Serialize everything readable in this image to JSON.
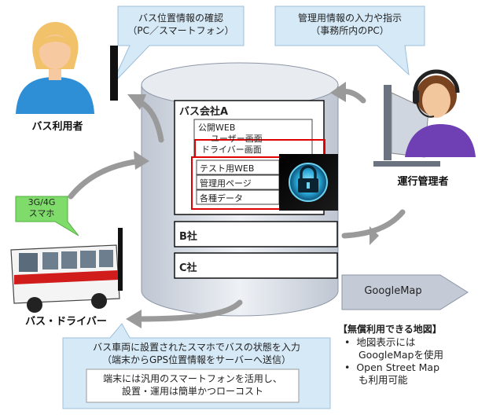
{
  "bubbles": {
    "user_top": {
      "line1": "バス位置情報の確認",
      "line2": "（PC／スマートフォン）"
    },
    "admin_top": {
      "line1": "管理用情報の入力や指示",
      "line2": "（事務所内のPC）"
    },
    "smartphone": {
      "line1": "3G/4G",
      "line2": "スマホ"
    },
    "bottom": {
      "line1": "バス車両に設置されたスマホでバスの状態を入力",
      "line2": "（端末からGPS位置情報をサーバーへ送信）"
    },
    "bottom_inner": {
      "line1": "端末には汎用のスマートフォンを活用し、",
      "line2": "設置・運用は簡単かつローコスト"
    }
  },
  "actors": {
    "user": "バス利用者",
    "admin": "運行管理者",
    "driver": "バス・ドライバー"
  },
  "server": {
    "company_a": "バス会社A",
    "public_web": "公開WEB",
    "user_screen": "ユーザー画面",
    "driver_screen": "ドライバー画面",
    "test_web": "テスト用WEB",
    "admin_page": "管理用ページ",
    "data": "各種データ",
    "company_b": "B社",
    "company_c": "C社"
  },
  "googlemap": {
    "label": "GoogleMap",
    "title": "【無償利用できる地図】",
    "items": [
      "地図表示には",
      "GoogleMapを使用",
      "Open Street Map",
      "も利用可能"
    ]
  },
  "colors": {
    "bubble_fill": "#d6e9f7",
    "red_frame": "#e00000",
    "arrow_gray": "#9a9a9a",
    "cylinder": "#dfe3ea",
    "googlemap_box": "#c4cad6"
  }
}
